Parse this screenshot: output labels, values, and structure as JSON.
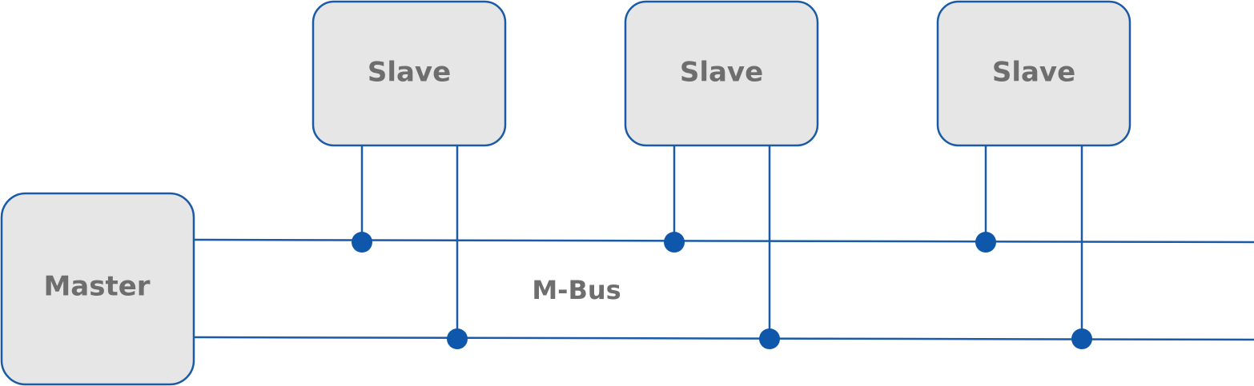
{
  "diagram": {
    "master": {
      "label": "Master"
    },
    "slaves": [
      {
        "label": "Slave"
      },
      {
        "label": "Slave"
      },
      {
        "label": "Slave"
      }
    ],
    "bus": {
      "label": "M-Bus"
    }
  },
  "colors": {
    "line": "#1a5aa6",
    "dot": "#0f57ab",
    "box_fill": "#e6e6e6",
    "box_stroke": "#1a5aa6",
    "text": "#6e6e6e"
  }
}
